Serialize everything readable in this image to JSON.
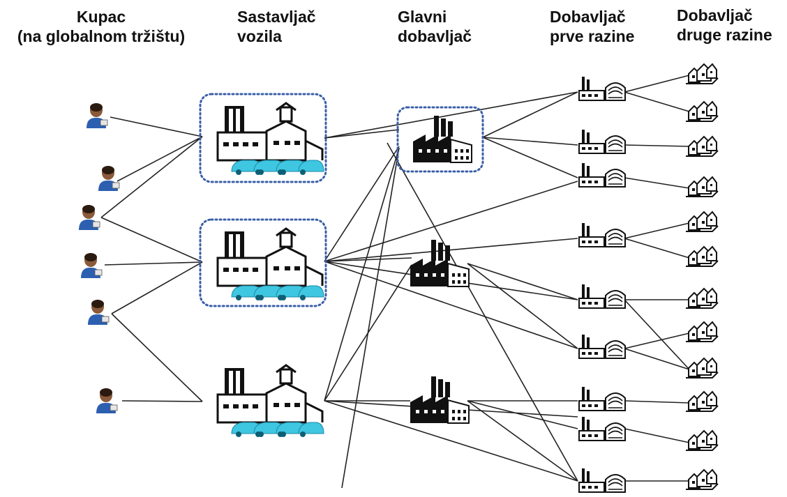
{
  "headers": {
    "customer": {
      "line1": "Kupac",
      "line2": "(na globalnom tržištu)"
    },
    "assembler": {
      "line1": "Sastavljač",
      "line2": "vozila"
    },
    "main_supplier": {
      "line1": "Glavni",
      "line2": "dobavljač"
    },
    "tier1": {
      "line1": "Dobavljač",
      "line2": "prve razine"
    },
    "tier2": {
      "line1": "Dobavljač",
      "line2": "druge razine"
    }
  },
  "icons": {
    "customer": "person-icon",
    "assembler": "car-factory-icon",
    "main_supplier": "factory-icon",
    "tier1": "plant-icon",
    "tier2": "house-cluster-icon"
  },
  "colors": {
    "highlight_border": "#3a5fa8",
    "cars": "#3fc6e0",
    "lines": "#222222"
  }
}
